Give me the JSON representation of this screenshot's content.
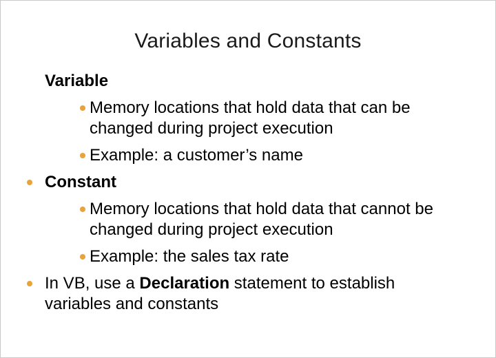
{
  "slide": {
    "title": "Variables and Constants",
    "bullet_color": "#E8A33C",
    "items": [
      {
        "level": 1,
        "bullet": false,
        "runs": [
          {
            "text": "Variable",
            "bold": true
          }
        ]
      },
      {
        "level": 2,
        "bullet": true,
        "runs": [
          {
            "text": "Memory locations that hold data that can be changed during project execution",
            "bold": false
          }
        ]
      },
      {
        "level": 2,
        "bullet": true,
        "runs": [
          {
            "text": "Example: a customer’s name",
            "bold": false
          }
        ]
      },
      {
        "level": 1,
        "bullet": true,
        "runs": [
          {
            "text": "Constant",
            "bold": true
          }
        ]
      },
      {
        "level": 2,
        "bullet": true,
        "runs": [
          {
            "text": "Memory locations that hold data that cannot be changed during project execution",
            "bold": false
          }
        ]
      },
      {
        "level": 2,
        "bullet": true,
        "runs": [
          {
            "text": "Example: the sales tax rate",
            "bold": false
          }
        ]
      },
      {
        "level": 1,
        "bullet": true,
        "runs": [
          {
            "text": "In VB, use a ",
            "bold": false
          },
          {
            "text": "Declaration",
            "bold": true
          },
          {
            "text": " statement to establish variables and constants",
            "bold": false
          }
        ]
      }
    ]
  }
}
